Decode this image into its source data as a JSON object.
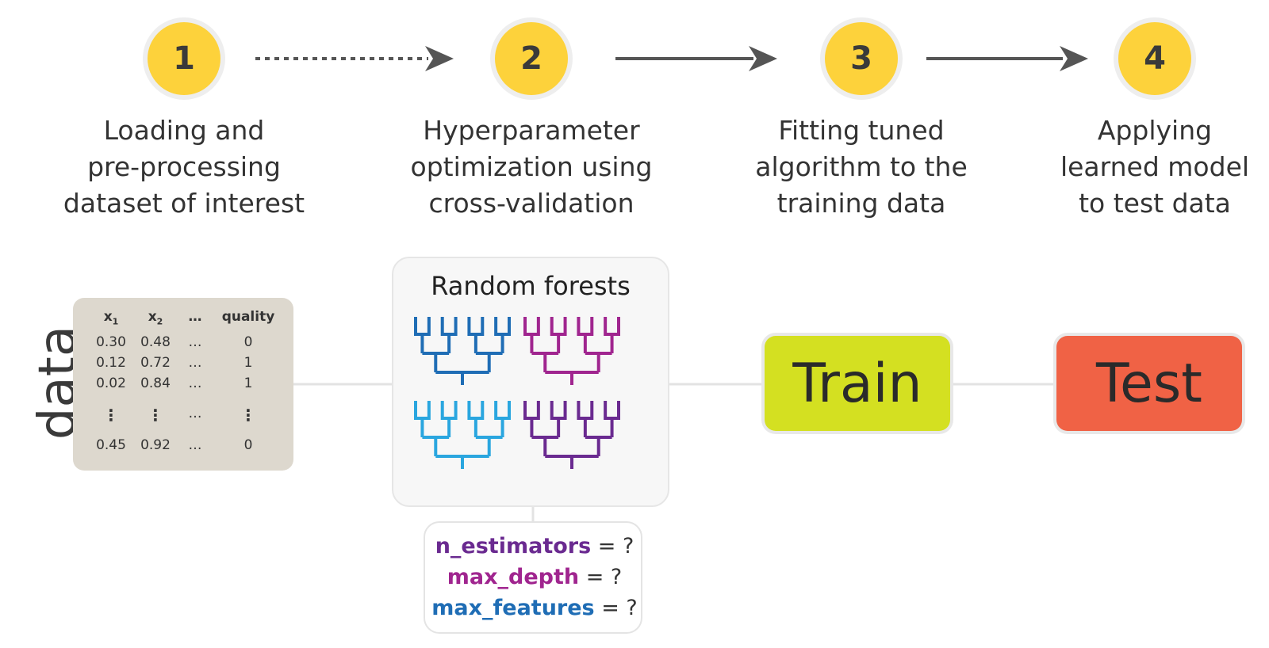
{
  "steps": [
    {
      "number": "1",
      "lines": [
        "Loading and",
        "pre-processing",
        "dataset of interest"
      ]
    },
    {
      "number": "2",
      "lines": [
        "Hyperparameter",
        "optimization using",
        "cross-validation"
      ]
    },
    {
      "number": "3",
      "lines": [
        "Fitting tuned",
        "algorithm to the",
        "training data"
      ]
    },
    {
      "number": "4",
      "lines": [
        "Applying",
        "learned model",
        "to test data"
      ]
    }
  ],
  "data_label": "data",
  "table": {
    "headers": [
      "x",
      "x",
      "…",
      "quality"
    ],
    "header_subscripts": [
      "1",
      "2"
    ],
    "rows": [
      [
        "0.30",
        "0.48",
        "…",
        "0"
      ],
      [
        "0.12",
        "0.72",
        "…",
        "1"
      ],
      [
        "0.02",
        "0.84",
        "…",
        "1"
      ],
      [
        "⋮",
        "⋮",
        "…",
        "⋮"
      ],
      [
        "0.45",
        "0.92",
        "…",
        "0"
      ]
    ]
  },
  "random_forests": {
    "title": "Random forests",
    "tree_colors": [
      "#1f6db5",
      "#a0258f",
      "#2aa6df",
      "#6a2a90"
    ]
  },
  "params": [
    {
      "name": "n_estimators",
      "suffix": " = ?",
      "color": "#6a2a90"
    },
    {
      "name": "max_depth",
      "suffix": " = ?",
      "color": "#a0258f"
    },
    {
      "name": "max_features",
      "suffix": " = ?",
      "color": "#1f6db5"
    }
  ],
  "train_label": "Train",
  "test_label": "Test",
  "colors": {
    "step_circle": "#fdd23b",
    "train": "#d4e021",
    "test": "#f06245",
    "table_bg": "#ddd8ce",
    "arrow": "#555555"
  }
}
